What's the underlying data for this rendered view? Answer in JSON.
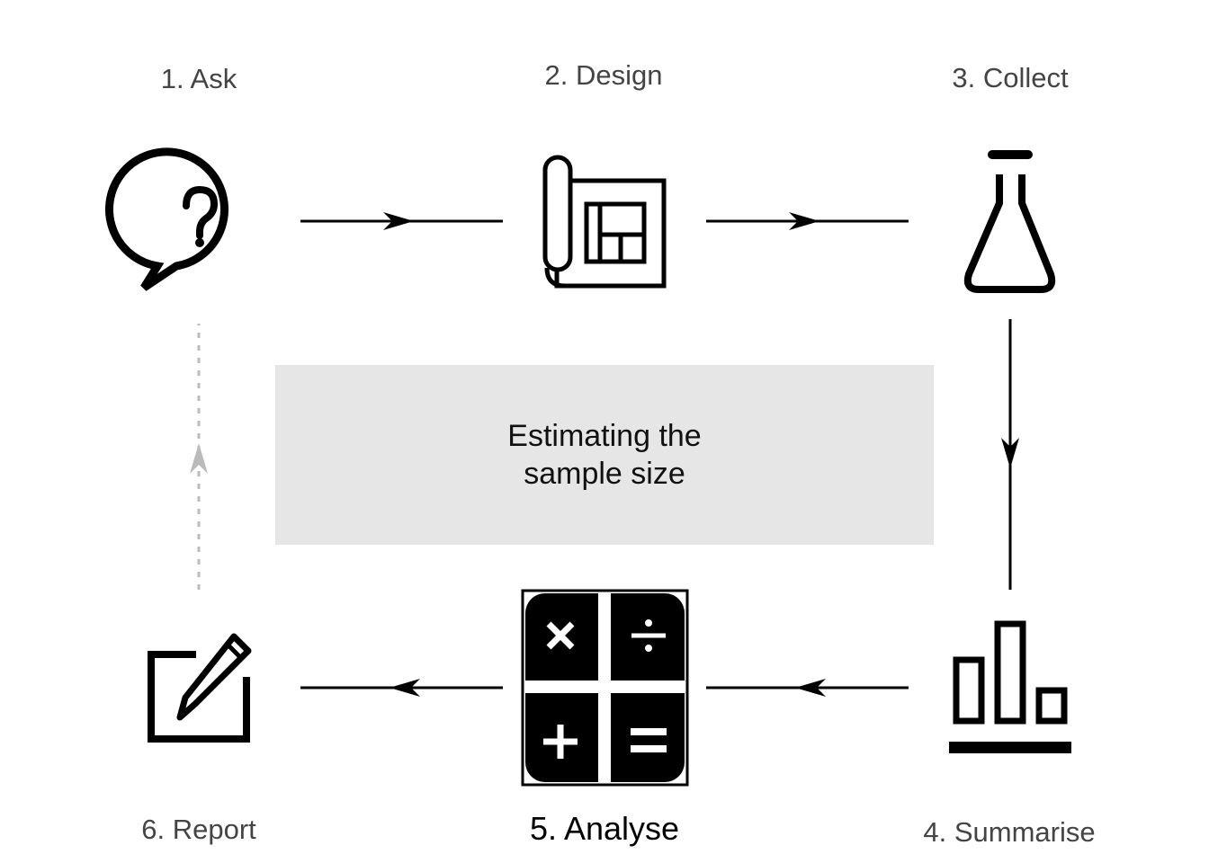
{
  "steps": [
    {
      "label": "1. Ask",
      "icon": "question-speech-bubble-icon"
    },
    {
      "label": "2. Design",
      "icon": "blueprint-icon"
    },
    {
      "label": "3. Collect",
      "icon": "flask-icon"
    },
    {
      "label": "4. Summarise",
      "icon": "bar-chart-icon"
    },
    {
      "label": "5. Analyse",
      "icon": "calculator-icon"
    },
    {
      "label": "6. Report",
      "icon": "edit-pencil-icon"
    }
  ],
  "center": {
    "line1": "Estimating the",
    "line2": "sample size"
  },
  "colors": {
    "ink": "#000000",
    "label": "#444444",
    "box": "#e6e6e6",
    "dashed_arrow": "#bbbbbb"
  }
}
